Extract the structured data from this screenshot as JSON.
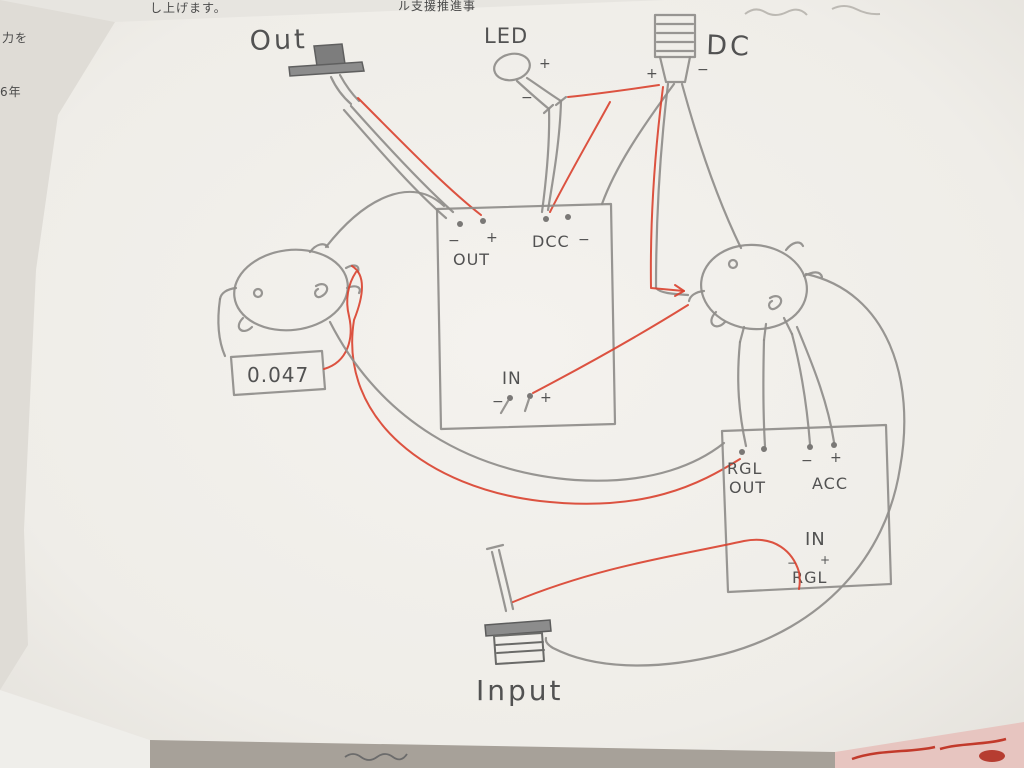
{
  "labels": {
    "out": "Out",
    "led": "LED",
    "dc": "DC",
    "cap": "0.047",
    "board_out": "OUT",
    "board_dcc": "DCC",
    "board_in": "IN",
    "reg_rgl": "RGL",
    "reg_out": "OUT",
    "reg_acc": "ACC",
    "reg_in": "IN",
    "reg_rgl_bottom": "RGL",
    "input": "Input"
  },
  "signs": {
    "plus": "+",
    "minus": "−"
  },
  "background_texts": {
    "top_left_print": "し上げます。",
    "top_center_print": "ル支援推進事",
    "left_print_1": "力を",
    "left_print_2": "6年"
  },
  "colors": {
    "pencil": "#8f8d8a",
    "red_wire": "#d9402e",
    "paper": "#f1efea",
    "pink_paper": "#e7c5c0"
  }
}
